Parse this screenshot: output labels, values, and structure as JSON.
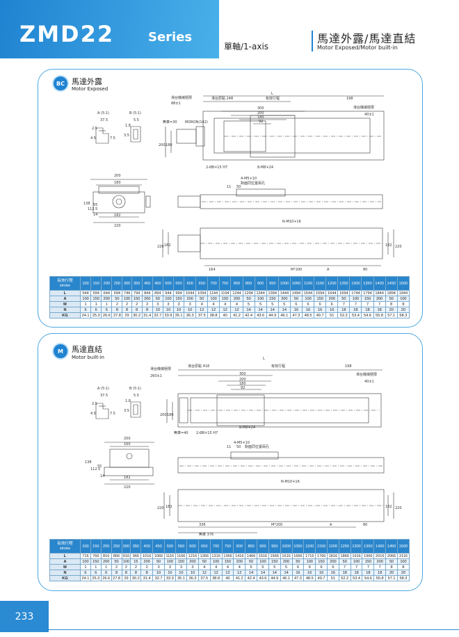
{
  "header": {
    "model": "ZMD22",
    "series": "Series",
    "axis": "單軸/1-axis",
    "title_zh": "馬達外露/馬達直結",
    "title_en": "Motor Exposed/Motor built-in"
  },
  "sections": [
    {
      "badge": "BC",
      "title_zh": "馬達外露",
      "title_en": "Motor Exposed",
      "drawing": {
        "detail_a": "A (5:1)",
        "detail_b": "B (5:1)",
        "d375": "37.5",
        "d55": "5.5",
        "d25": "2.5",
        "d18": "1.8",
        "d45": "4.5",
        "d75": "7.5",
        "d35": "3.5",
        "slide_mech_label": "滑台機械極限",
        "slide_mech_val": "88±1",
        "slide_len": "滑台原點 248",
        "stroke_label": "有效行程",
        "L": "L",
        "d198": "198",
        "end_mech_label": "滑台機械極限",
        "end_mech_val": "40±1",
        "d300": "300",
        "d200": "200",
        "d180": "180",
        "d92": "92",
        "motor_note": "無車=30",
        "moron": "MORON(142)",
        "h200": "200",
        "h180": "180",
        "dowel": "2-Ø8∓15 H7",
        "bolt8": "8-M8∓24",
        "s200": "200",
        "s180": "180",
        "s138": "138",
        "s1125": "112.5",
        "s55": "55",
        "s14": "14",
        "s182": "182",
        "s220": "220",
        "m5": "4-M5∓10",
        "m5_desc": "對面同位置兩孔",
        "d11": "11",
        "d50": "50",
        "m10": "N-M10∓16",
        "b220": "220",
        "b182": "182",
        "b182r": "182",
        "b220r": "220",
        "d164": "164",
        "mstar": "M*200",
        "dA": "A",
        "d80": "80"
      },
      "table": {
        "head_zh": "有效行程",
        "head_en": "stroke",
        "strokes": [
          "100",
          "150",
          "200",
          "250",
          "300",
          "350",
          "400",
          "450",
          "500",
          "550",
          "600",
          "650",
          "700",
          "750",
          "800",
          "850",
          "900",
          "950",
          "1000",
          "1050",
          "1100",
          "1150",
          "1200",
          "1250",
          "1300",
          "1350",
          "1400",
          "1450",
          "1500"
        ],
        "rows": [
          {
            "label": "L",
            "values": [
              "544",
              "594",
              "644",
              "694",
              "744",
              "794",
              "844",
              "894",
              "944",
              "994",
              "1044",
              "1094",
              "1144",
              "1194",
              "1244",
              "1294",
              "1344",
              "1394",
              "1444",
              "1494",
              "1544",
              "1594",
              "1644",
              "1694",
              "1744",
              "1794",
              "1844",
              "1894",
              "1944"
            ]
          },
          {
            "label": "A",
            "values": [
              "100",
              "150",
              "200",
              "50",
              "100",
              "150",
              "200",
              "50",
              "100",
              "150",
              "200",
              "50",
              "100",
              "150",
              "200",
              "50",
              "100",
              "150",
              "200",
              "50",
              "100",
              "150",
              "200",
              "50",
              "100",
              "150",
              "200",
              "50",
              "100"
            ]
          },
          {
            "label": "M",
            "values": [
              "1",
              "1",
              "1",
              "2",
              "2",
              "2",
              "2",
              "3",
              "3",
              "3",
              "3",
              "4",
              "4",
              "4",
              "4",
              "5",
              "5",
              "5",
              "5",
              "6",
              "6",
              "6",
              "6",
              "7",
              "7",
              "7",
              "7",
              "8",
              "8"
            ]
          },
          {
            "label": "N",
            "values": [
              "6",
              "6",
              "6",
              "8",
              "8",
              "8",
              "8",
              "10",
              "10",
              "10",
              "10",
              "12",
              "12",
              "12",
              "12",
              "14",
              "14",
              "14",
              "14",
              "16",
              "16",
              "16",
              "16",
              "18",
              "18",
              "18",
              "18",
              "20",
              "20"
            ]
          },
          {
            "label": "KG",
            "values": [
              "24.1",
              "25.3",
              "26.6",
              "27.8",
              "29",
              "30.2",
              "31.4",
              "32.7",
              "33.9",
              "35.1",
              "36.3",
              "37.5",
              "38.8",
              "40",
              "41.2",
              "42.4",
              "43.6",
              "44.9",
              "46.1",
              "47.3",
              "48.5",
              "49.7",
              "51",
              "52.2",
              "53.4",
              "54.6",
              "55.8",
              "57.1",
              "58.3"
            ]
          }
        ]
      }
    },
    {
      "badge": "M",
      "title_zh": "馬達直結",
      "title_en": "Motor built-in",
      "drawing": {
        "detail_a": "A (5:1)",
        "detail_b": "B (5:1)",
        "d375": "37.5",
        "d55": "5.5",
        "d25": "2.5",
        "d18": "1.8",
        "d45": "4.5",
        "d75": "7.5",
        "d35": "3.5",
        "slide_mech_label": "滑台機械極限",
        "slide_mech_val": "260±1",
        "slide_len": "滑台原點 418",
        "stroke_label": "有效行程",
        "L": "L",
        "d198": "198",
        "end_mech_label": "滑台機械極限",
        "end_mech_val": "40±1",
        "d300": "300",
        "d200": "200",
        "d180": "180",
        "d92": "92",
        "motor_note": "無車=40",
        "h200": "200",
        "h180": "180",
        "dowel": "2-Ø8∓15 H7",
        "bolt8": "8-M8∓24",
        "s200": "200",
        "s160": "160",
        "s138": "138",
        "s1125": "112.5",
        "s55": "55",
        "s14": "14",
        "s182": "182",
        "s220": "220",
        "m5": "4-M5∓10",
        "m5_desc": "對面同位置兩孔",
        "d11": "11",
        "d50": "50",
        "m10": "N-M10∓16",
        "b220": "220",
        "b182": "182",
        "b182r": "182",
        "b220r": "220",
        "d336": "336",
        "mstar": "M*200",
        "dA": "A",
        "d80": "80",
        "motor376": "無車 376"
      },
      "table": {
        "head_zh": "有效行程",
        "head_en": "stroke",
        "strokes": [
          "100",
          "150",
          "200",
          "250",
          "300",
          "350",
          "400",
          "450",
          "500",
          "550",
          "600",
          "650",
          "700",
          "750",
          "800",
          "850",
          "900",
          "950",
          "1000",
          "1050",
          "1100",
          "1150",
          "1200",
          "1250",
          "1300",
          "1350",
          "1400",
          "1450",
          "1500"
        ],
        "rows": [
          {
            "label": "L",
            "values": [
              "716",
              "766",
              "816",
              "866",
              "916",
              "966",
              "1016",
              "1066",
              "1116",
              "1166",
              "1216",
              "1266",
              "1316",
              "1366",
              "1416",
              "1466",
              "1516",
              "1566",
              "1616",
              "1666",
              "1716",
              "1766",
              "1816",
              "1866",
              "1916",
              "1966",
              "2016",
              "2066",
              "2116"
            ]
          },
          {
            "label": "A",
            "values": [
              "100",
              "150",
              "200",
              "50",
              "100",
              "15",
              "200",
              "50",
              "100",
              "150",
              "200",
              "50",
              "100",
              "150",
              "200",
              "50",
              "100",
              "150",
              "200",
              "50",
              "100",
              "150",
              "200",
              "50",
              "100",
              "150",
              "200",
              "50",
              "100"
            ]
          },
          {
            "label": "M",
            "values": [
              "1",
              "1",
              "1",
              "2",
              "2",
              "2",
              "2",
              "3",
              "3",
              "3",
              "3",
              "4",
              "4",
              "4",
              "4",
              "5",
              "5",
              "5",
              "5",
              "6",
              "6",
              "6",
              "6",
              "7",
              "7",
              "7",
              "7",
              "8",
              "8"
            ]
          },
          {
            "label": "N",
            "values": [
              "6",
              "6",
              "6",
              "8",
              "8",
              "8",
              "8",
              "10",
              "10",
              "10",
              "10",
              "12",
              "12",
              "12",
              "12",
              "14",
              "14",
              "14",
              "14",
              "16",
              "16",
              "16",
              "16",
              "18",
              "18",
              "18",
              "18",
              "20",
              "20"
            ]
          },
          {
            "label": "KG",
            "values": [
              "24.1",
              "25.3",
              "26.6",
              "27.8",
              "29",
              "30.2",
              "31.4",
              "32.7",
              "33.9",
              "35.1",
              "36.3",
              "37.5",
              "38.8",
              "40",
              "41.2",
              "42.4",
              "43.6",
              "44.9",
              "46.1",
              "47.3",
              "48.5",
              "49.7",
              "51",
              "52.2",
              "53.4",
              "54.6",
              "55.8",
              "57.1",
              "58.3"
            ]
          }
        ]
      }
    }
  ],
  "footer": {
    "page_number": "233"
  }
}
